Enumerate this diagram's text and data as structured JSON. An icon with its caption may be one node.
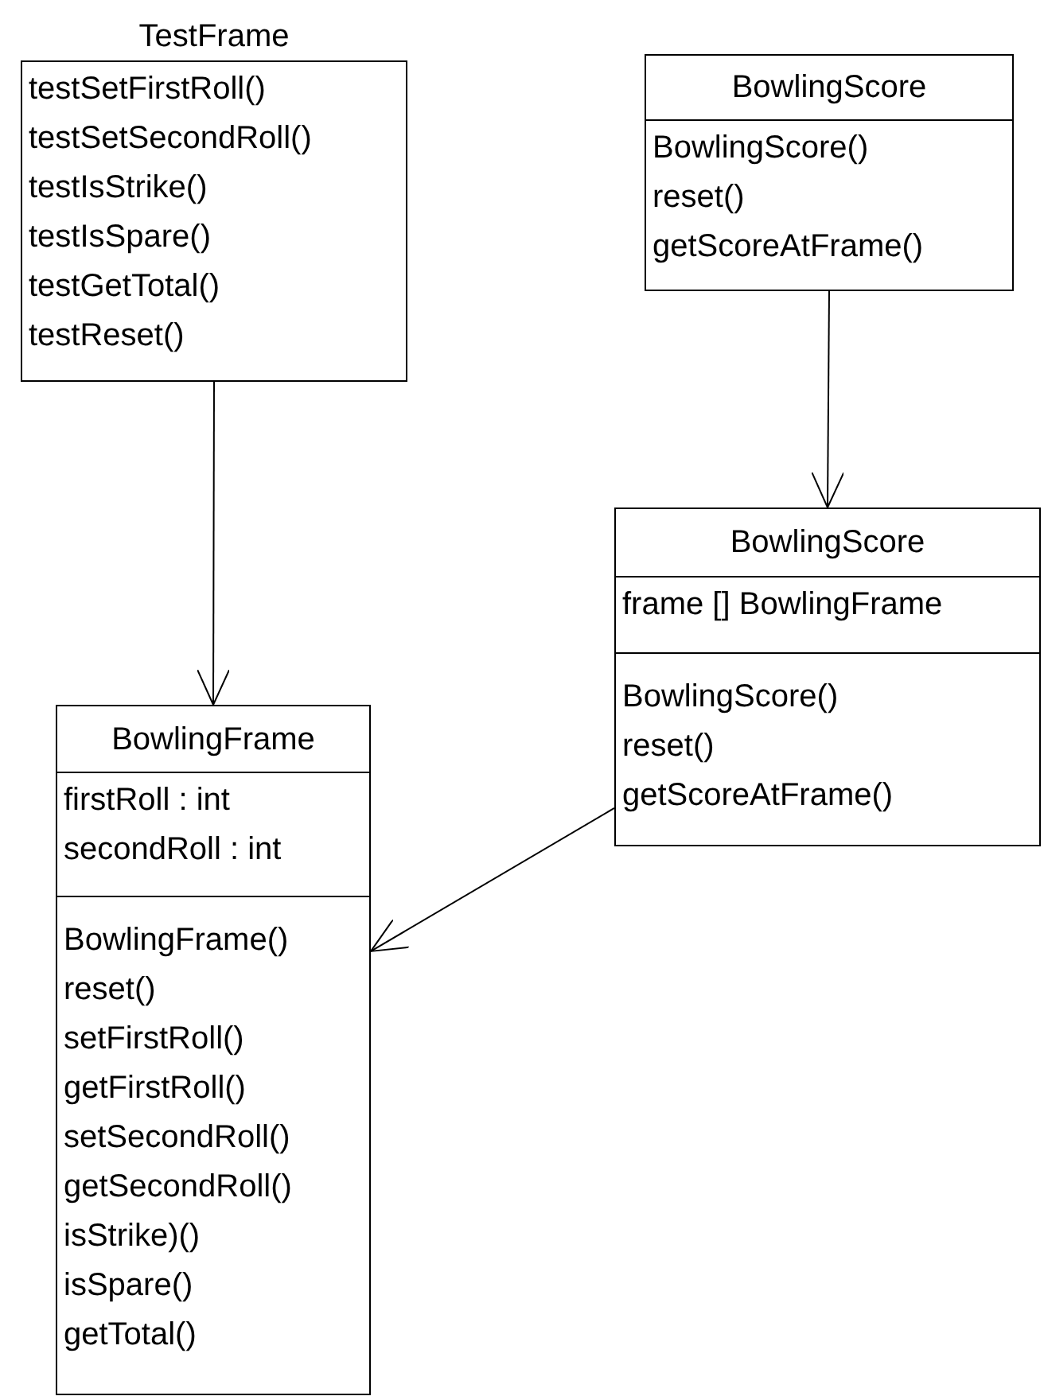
{
  "diagram": {
    "nodes": [
      {
        "text": [
          "TestFrame",
          "testSetFirstRoll()",
          "testSetSecondRoll()",
          "testIsStrike()",
          "testIsSpare()",
          "testGetTotal()",
          "testReset()"
        ]
      },
      {
        "text": [
          "BowlingScore",
          "BowlingScore()",
          "reset()",
          "getScoreAtFrame()"
        ]
      },
      {
        "text": [
          "BowlingScore",
          "frame [] BowlingFrame",
          "BowlingScore()",
          "reset()",
          "getScoreAtFrame()"
        ]
      },
      {
        "text": [
          "BowlingFrame",
          "firstRoll : int",
          "secondRoll : int",
          "BowlingFrame()",
          "reset()",
          "setFirstRoll()",
          "getFirstRoll()",
          "setSecondRoll()",
          "getSecondRoll()",
          "isStrike)()",
          "isSpare()",
          "getTotal()"
        ]
      }
    ],
    "edges": [
      {
        "from": 0,
        "to": 3,
        "arrow": "to"
      },
      {
        "from": 1,
        "to": 2,
        "arrow": "to"
      },
      {
        "from": 2,
        "to": 3,
        "arrow": "to"
      }
    ]
  }
}
